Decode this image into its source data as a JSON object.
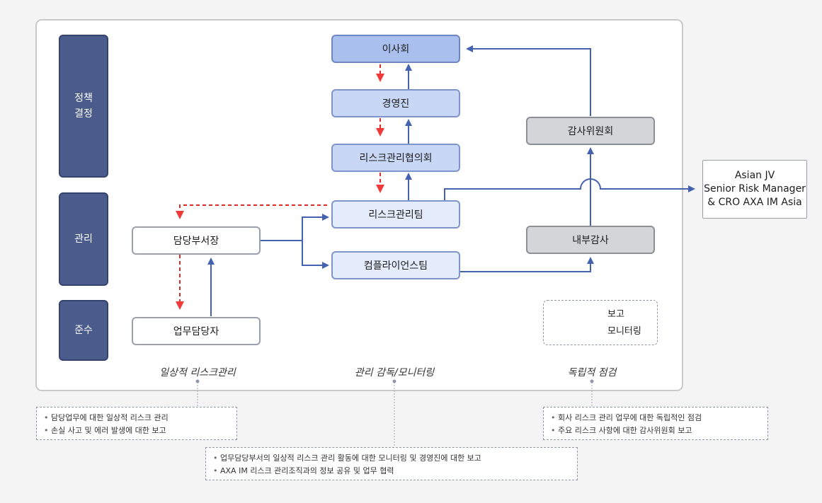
{
  "levels": [
    {
      "label": "정책\n결정"
    },
    {
      "label": "관리"
    },
    {
      "label": "준수"
    }
  ],
  "nodes": {
    "board": "이사회",
    "management": "경영진",
    "risk_council": "리스크관리협의회",
    "risk_team": "리스크관리팀",
    "compliance_team": "컴플라이언스팀",
    "dept_head": "담당부서장",
    "staff": "업무담당자",
    "audit_committee": "감사위원회",
    "internal_audit": "내부감사"
  },
  "external": {
    "line1": "Asian JV",
    "line2": "Senior Risk Manager",
    "line3": "& CRO AXA IM Asia"
  },
  "legend": {
    "report": "보고",
    "monitoring": "모니터링"
  },
  "captions": {
    "daily": "일상적 리스크관리",
    "oversight": "관리 감독/모니터링",
    "independent": "독립적 점검"
  },
  "notes": {
    "daily": [
      "담당업무에 대한 일상적 리스크 관리",
      "손실 사고 및 에러 발생에 대한 보고"
    ],
    "oversight": [
      "업무담당부서의 일상적 리스크 관리 활동에 대한 모니터링 및 경영진에 대한 보고",
      "AXA IM 리스크 관리조직과의 정보 공유 및 업무 협력"
    ],
    "independent": [
      "회사 리스크 관리 업무에 대한 독립적인 점검",
      "주요 리스크 사항에 대한 감사위원회 보고"
    ]
  },
  "colors": {
    "report_line": "#4462b0",
    "monitor_line": "#e02a2a",
    "level_fill": "#4a5b8c"
  }
}
